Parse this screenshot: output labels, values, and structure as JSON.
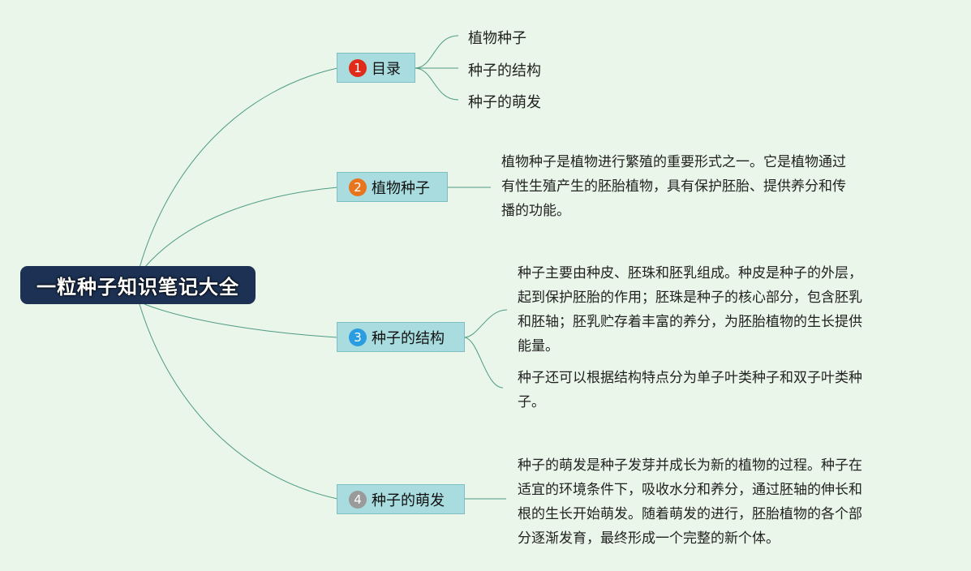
{
  "root": {
    "title": "一粒种子知识笔记大全"
  },
  "branches": [
    {
      "number": "1",
      "label": "目录",
      "badge_color": "#e02b1a",
      "children": [
        "植物种子",
        "种子的结构",
        "种子的萌发"
      ]
    },
    {
      "number": "2",
      "label": "植物种子",
      "badge_color": "#e8751e",
      "paragraph": [
        "植物种子是植物进行繁殖的重要形式之一。它是植物通过",
        "有性生殖产生的胚胎植物，具有保护胚胎、提供养分和传",
        "播的功能。"
      ]
    },
    {
      "number": "3",
      "label": "种子的结构",
      "badge_color": "#2a9de0",
      "paragraph1": [
        "种子主要由种皮、胚珠和胚乳组成。种皮是种子的外层，",
        "起到保护胚胎的作用；胚珠是种子的核心部分，包含胚乳",
        "和胚轴；胚乳贮存着丰富的养分，为胚胎植物的生长提供",
        "能量。"
      ],
      "paragraph2": [
        "种子还可以根据结构特点分为单子叶类种子和双子叶类种",
        "子。"
      ]
    },
    {
      "number": "4",
      "label": "种子的萌发",
      "badge_color": "#9a9a9a",
      "paragraph": [
        "种子的萌发是种子发芽并成长为新的植物的过程。种子在",
        "适宜的环境条件下，吸收水分和养分，通过胚轴的伸长和",
        "根的生长开始萌发。随着萌发的进行，胚胎植物的各个部",
        "分逐渐发育，最终形成一个完整的新个体。"
      ]
    }
  ],
  "colors": {
    "background": "#e9f6e9",
    "root_bg": "#1c3153",
    "branch_bg": "#a8dcdf",
    "line": "#4f9b86"
  }
}
